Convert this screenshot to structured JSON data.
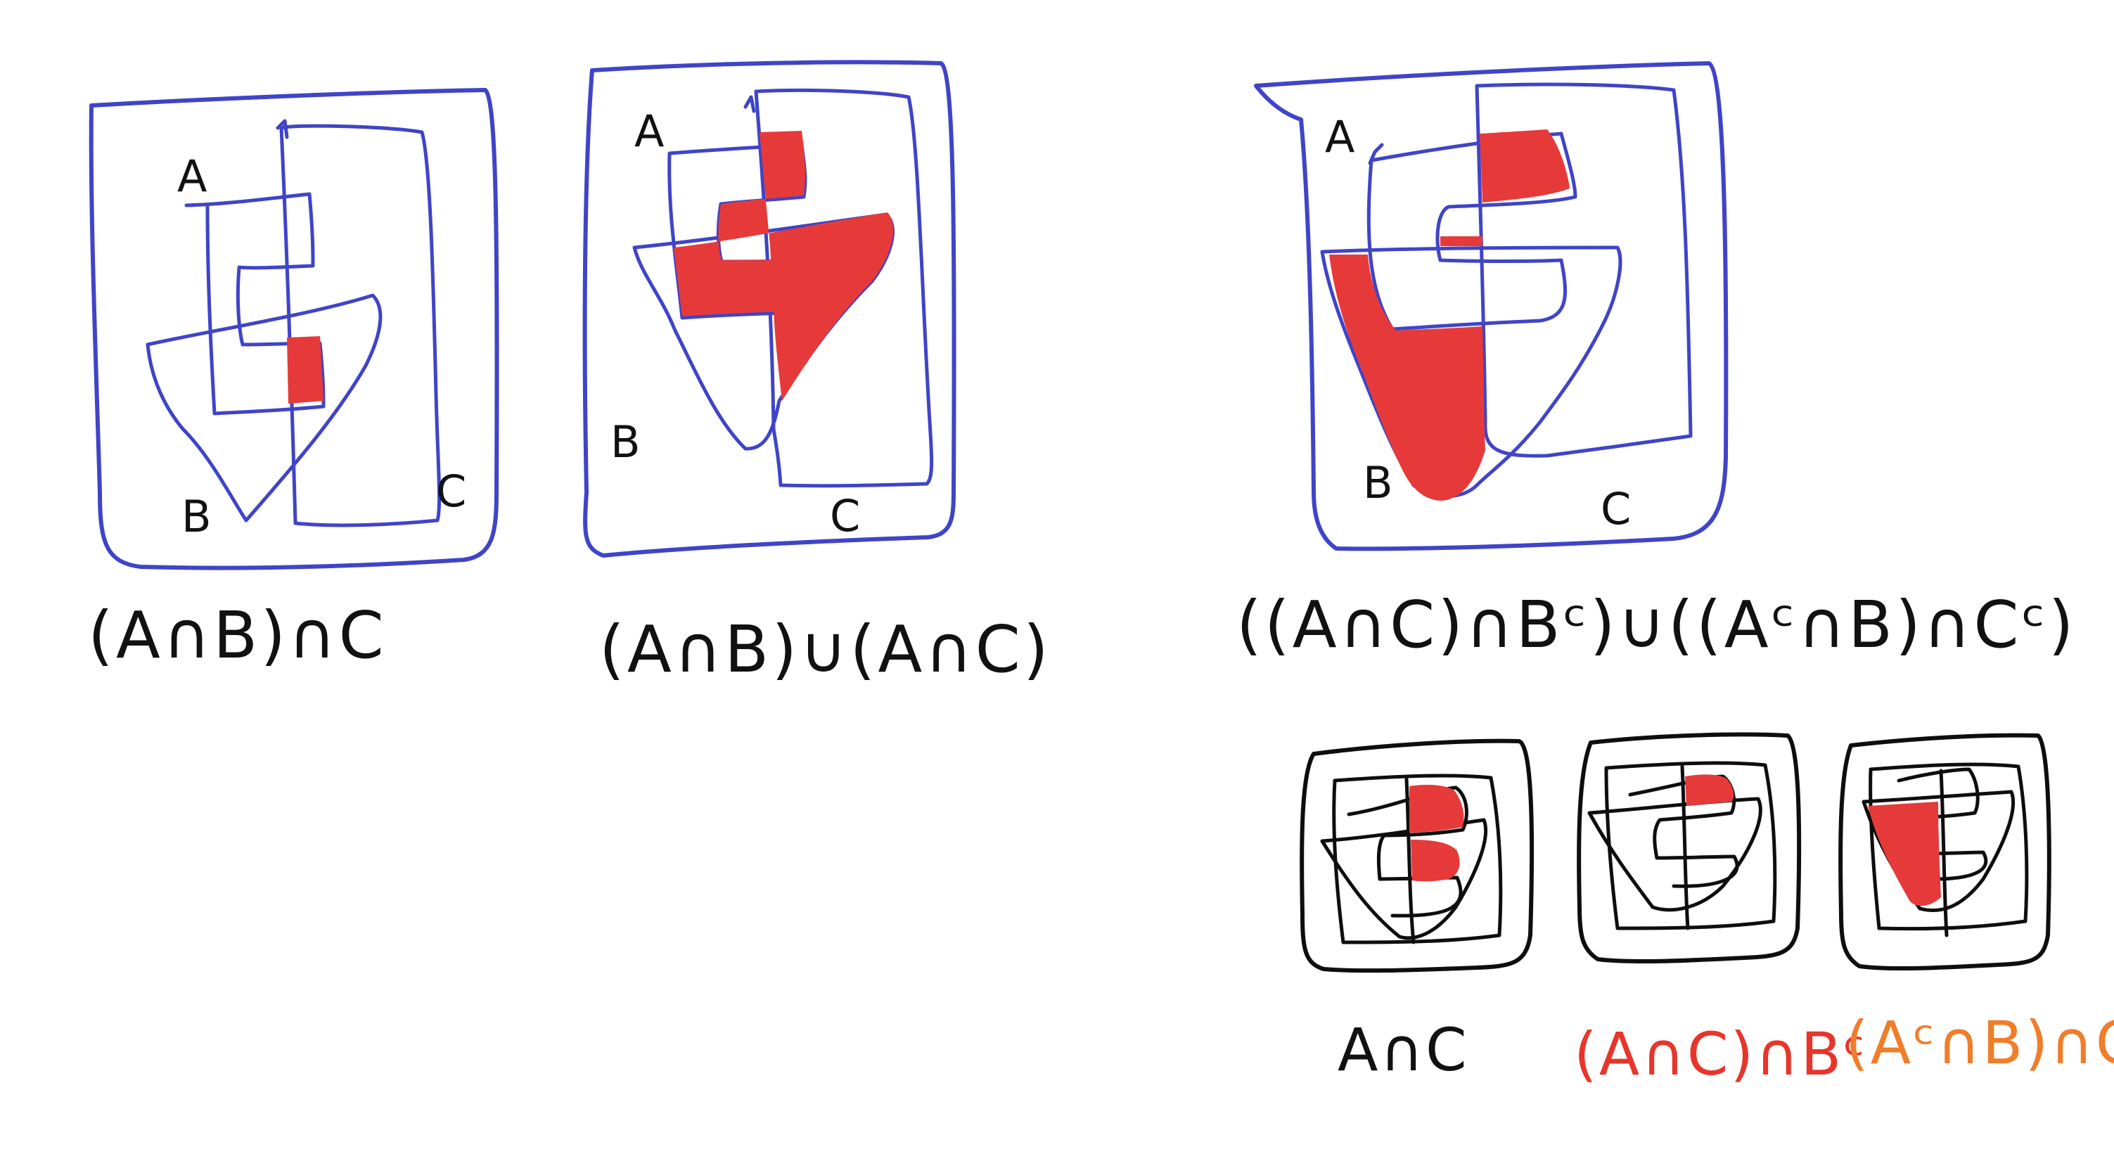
{
  "diagram_set_labels": {
    "a": "A",
    "b": "B",
    "c": "C"
  },
  "expressions": {
    "first": "(A∩B)∩C",
    "second": "(A∩B)∪(A∩C)",
    "third": "((A∩C)∩Bᶜ)∪((Aᶜ∩B)∩Cᶜ)",
    "small_first": "A∩C",
    "small_second": "(A∩C)∩Bᶜ",
    "small_third": "(Aᶜ∩B)∩Cᶜ"
  },
  "colors": {
    "ink_blue": "#3f44c8",
    "ink_black": "#0e0e0e",
    "shade_red": "#e63a3a",
    "ink_red": "#e8352b",
    "ink_orange": "#f07d2a"
  }
}
